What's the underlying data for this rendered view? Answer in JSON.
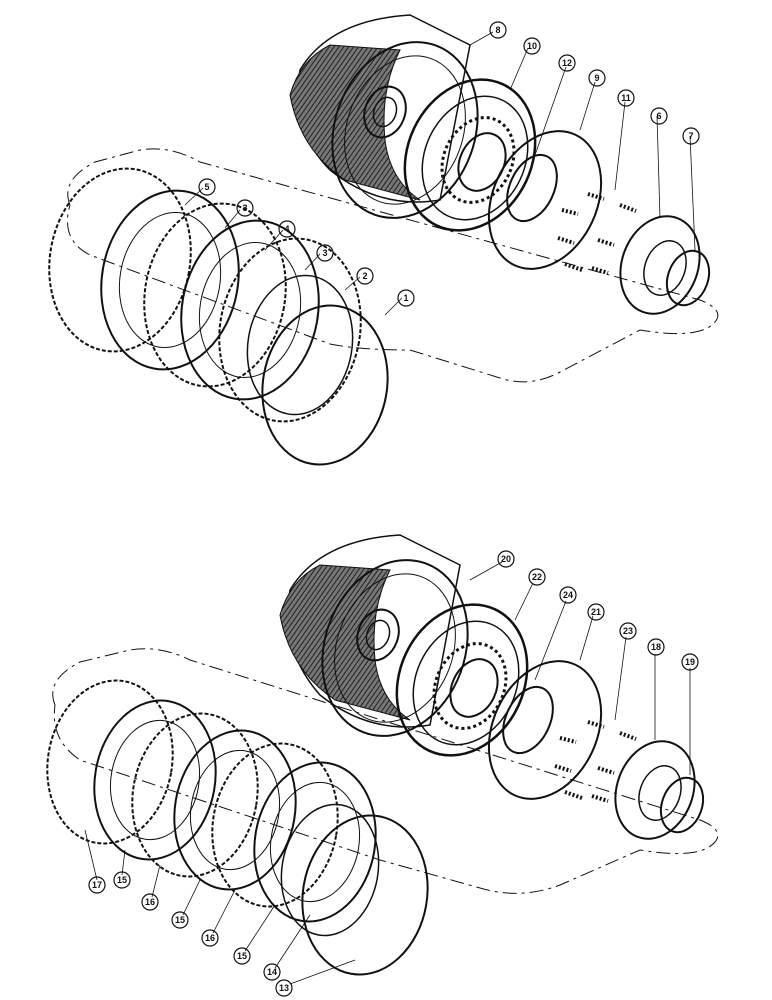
{
  "upper_assembly": {
    "callouts": [
      "8",
      "10",
      "12",
      "9",
      "11",
      "6",
      "7",
      "5",
      "3",
      "4",
      "3",
      "2",
      "1"
    ]
  },
  "lower_assembly": {
    "callouts": [
      "20",
      "22",
      "24",
      "21",
      "23",
      "18",
      "19",
      "17",
      "15",
      "16",
      "15",
      "16",
      "15",
      "14",
      "13"
    ]
  }
}
